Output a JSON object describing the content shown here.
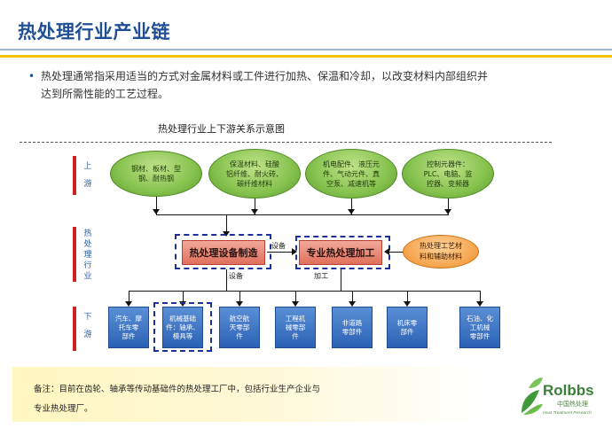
{
  "header": {
    "title": "热处理行业产业链"
  },
  "bullet": {
    "line1": "热处理通常指采用适当的方式对金属材料或工件进行加热、保温和冷却，以改变材料内部组织并",
    "line2": "达到所需性能的工艺过程。"
  },
  "diagram": {
    "title": "热处理行业上下游关系示意图",
    "side_labels": {
      "upstream": [
        "上",
        "游"
      ],
      "midstream": [
        "热",
        "处",
        "理",
        "行",
        "业"
      ],
      "downstream": [
        "下",
        "游"
      ]
    },
    "upstream": [
      [
        "钢材、板材、型",
        "钢、耐热钢"
      ],
      [
        "保温材料、硅酸",
        "铝纤维、耐火砖、",
        "碳纤维材料"
      ],
      [
        "机电配件、液压元",
        "件、气动元件、真",
        "空泵、减速机等"
      ],
      [
        "控制元器件：",
        "PLC、电脑、监",
        "控器、变频器"
      ]
    ],
    "equipment_box": "热处理设备制造",
    "service_box": "专业热处理加工",
    "aux_materials": [
      "热处理工艺材",
      "料和辅助材料"
    ],
    "connector_labels": {
      "equipment": "设备",
      "equipment_down": "设备",
      "processing": "加工"
    },
    "downstream": [
      [
        "汽车、摩",
        "托车零",
        "部件"
      ],
      [
        "机械基础",
        "件：轴承、",
        "模具等"
      ],
      [
        "航空航",
        "天零部",
        "件"
      ],
      [
        "工程机",
        "械零部",
        "件"
      ],
      [
        "非道路",
        "零部件"
      ],
      [
        "机床零",
        "部件"
      ],
      [
        "石油、化",
        "工机械",
        "零部件"
      ]
    ]
  },
  "note": {
    "line1": "备注：目前在齿轮、轴承等传动基础件的热处理工厂中，包括行业生产企业与",
    "line2": "专业热处理厂。"
  },
  "logo": {
    "text": "Rolbbs",
    "sub1": "中国热处理",
    "sub2": "Heat Treatment Research"
  },
  "colors": {
    "title": "#1f4e96",
    "accent_rule": "#f2c200",
    "upstream_oval": "#86c24e",
    "downstream_box": "#2b61b4",
    "core_box": "#e0705c",
    "aux_oval": "#f6a24a",
    "frame": "#1f2f9a"
  }
}
